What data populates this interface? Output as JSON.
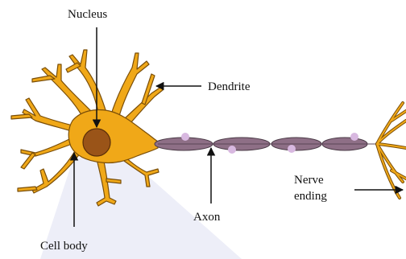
{
  "labels": {
    "nucleus": "Nucleus",
    "dendrite": "Dendrite",
    "nerve_ending_line1": "Nerve",
    "nerve_ending_line2": "ending",
    "axon": "Axon",
    "cell_body": "Cell body"
  },
  "colors": {
    "cell_body_fill": "#f0a818",
    "cell_body_stroke": "#7a4e08",
    "nucleus_fill": "#9a5418",
    "myelin_fill": "#8e6f86",
    "node_dot": "#d7b7de",
    "background_shade": "#e3e4f4",
    "arrow": "#111111"
  }
}
